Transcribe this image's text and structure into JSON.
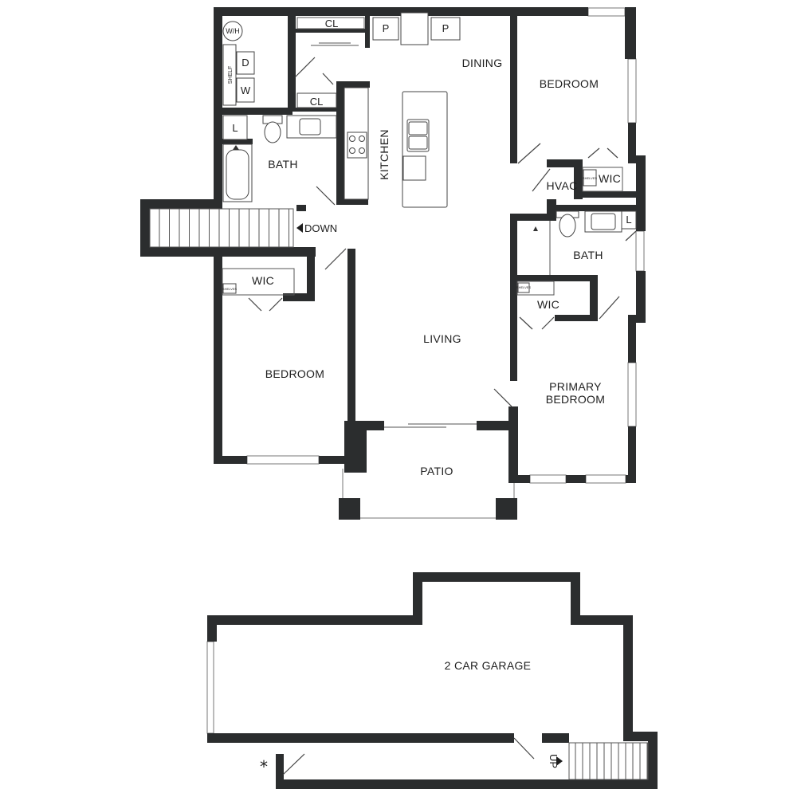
{
  "rooms": {
    "dining": "DINING",
    "bedroom_ne": "BEDROOM",
    "kitchen": "KITCHEN",
    "bath_w": "BATH",
    "bath_e": "BATH",
    "hvac": "HVAC",
    "wic_ne": "WIC",
    "wic_w": "WIC",
    "wic_e": "WIC",
    "living": "LIVING",
    "bedroom_w": "BEDROOM",
    "primary_line1": "PRIMARY",
    "primary_line2": "BEDROOM",
    "patio": "PATIO",
    "garage": "2 CAR GARAGE"
  },
  "fixtures": {
    "water_heater": "W/H",
    "closet_top": "CL",
    "closet_mid": "CL",
    "pantry_1": "P",
    "pantry_2": "P",
    "dryer": "D",
    "washer": "W",
    "shelf": "SHELF",
    "linen_w": "L",
    "linen_e": "L",
    "shelves": "SHELVES"
  },
  "stairs": {
    "down_label": "DOWN",
    "up_label": "UP"
  },
  "markers": {
    "asterisk": "*"
  }
}
